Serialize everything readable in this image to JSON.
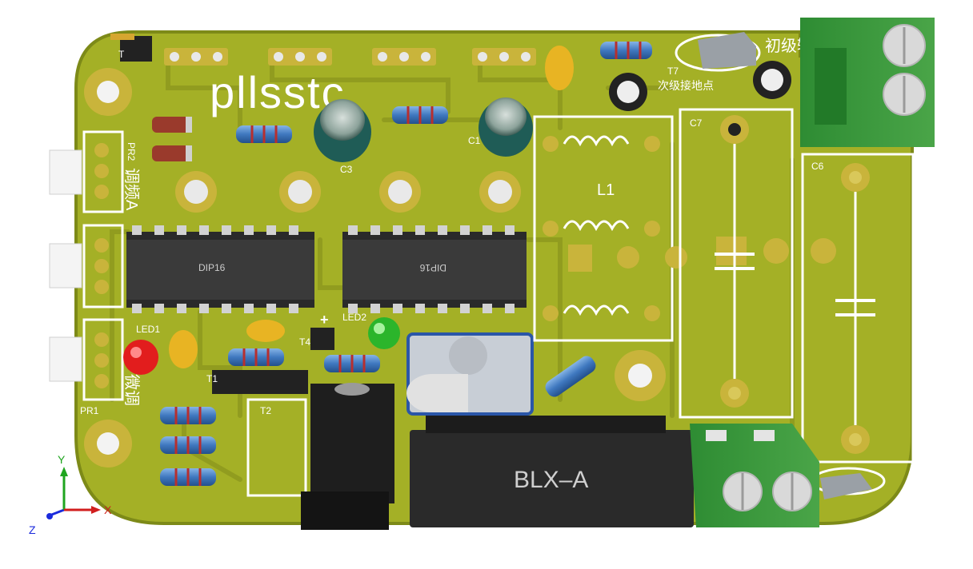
{
  "board": {
    "title": "pllsstc",
    "colors": {
      "pcb": "#a4b026",
      "pcb_edge": "#7d8a18",
      "trace": "#8f9a1f",
      "silk": "#ffffff",
      "pad_gold": "#c9b43b",
      "terminal_green": "#2f8f35",
      "ic_body": "#2a2a2a",
      "resistor_body": "#4f88c8"
    }
  },
  "labels": {
    "primary_output": "初级输出",
    "secondary_ground": "次级接地点",
    "pr2": "PR2",
    "pr2_text": "调频A",
    "pr1": "PR1",
    "pr1_text": "微调",
    "led1": "LED1",
    "led2": "LED2",
    "plus": "+",
    "c1": "C1",
    "c3": "C3",
    "c6": "C6",
    "c7": "C7",
    "l1": "L1",
    "t1": "T1",
    "t2": "T2",
    "t4": "T4",
    "t7": "T7",
    "t_top": "T",
    "ic1": "DIP16",
    "ic2": "DIP16",
    "battery": "BLX–A"
  },
  "axes": {
    "x": "X",
    "y": "Y",
    "z": "Z"
  }
}
